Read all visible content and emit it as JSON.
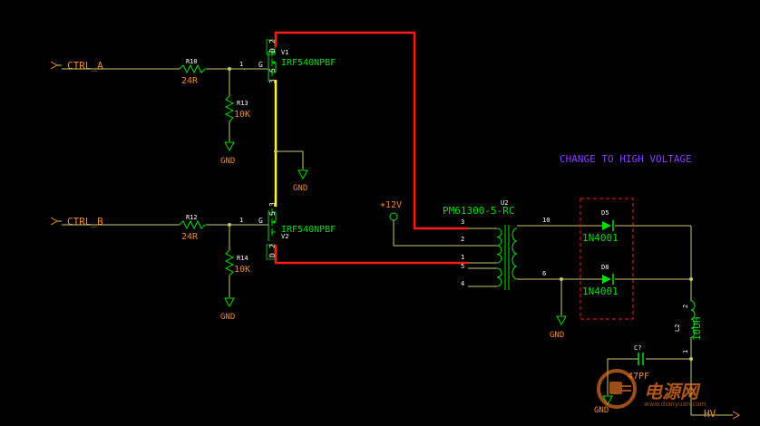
{
  "colors": {
    "background": "#000000",
    "wire": "#c8c86e",
    "net_red": "#ff1a1a",
    "net_yellow": "#ffff00",
    "component": "#00e000",
    "label": "#f08a2a",
    "pin": "#ffffff",
    "note": "#8a3cff"
  },
  "ports": {
    "ctrl_a": "CTRL_A",
    "ctrl_b": "CTRL_B",
    "hv": "HV"
  },
  "resistors": {
    "r10": {
      "ref": "R10",
      "value": "24R"
    },
    "r12": {
      "ref": "R12",
      "value": "24R"
    },
    "r13": {
      "ref": "R13",
      "value": "10K"
    },
    "r14": {
      "ref": "R14",
      "value": "10K"
    }
  },
  "mosfets": {
    "v1": {
      "ref": "V1",
      "part": "IRF540NPBF",
      "pins": {
        "g": "G",
        "d": "D",
        "s": "S",
        "gate_num": "1",
        "drain_num": "2",
        "source_num": "3"
      }
    },
    "v2": {
      "ref": "V2",
      "part": "IRF540NPBF",
      "pins": {
        "g": "G",
        "d": "D",
        "s": "S",
        "gate_num": "1",
        "drain_num": "2",
        "source_num": "3"
      }
    }
  },
  "grounds": {
    "g1": "GND",
    "g2": "GND",
    "g3": "GND",
    "g4": "GND",
    "g5": "GND"
  },
  "supply": {
    "label": "+12V"
  },
  "transformer": {
    "ref": "U2",
    "part": "PM61300-5-RC",
    "pins": {
      "p1": "1",
      "p2": "2",
      "p3": "3",
      "p4": "4",
      "p5": "5",
      "p6": "6",
      "p10": "10"
    }
  },
  "diodes": {
    "d5": {
      "ref": "D5",
      "part": "1N4001"
    },
    "d8": {
      "ref": "D8",
      "part": "1N4001"
    }
  },
  "inductor": {
    "ref": "L2",
    "value": "10UH",
    "pin1": "1",
    "pin2": "2"
  },
  "capacitor": {
    "ref": "C?",
    "value": "47PF"
  },
  "note": "CHANGE TO HIGH VOLTAGE",
  "watermark": {
    "text": "电源网",
    "sub": "www.dianyuan.com"
  }
}
